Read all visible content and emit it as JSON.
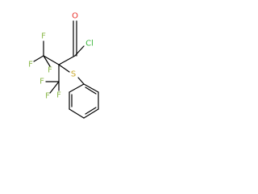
{
  "atoms": {
    "f_top": "F",
    "f_left": "F",
    "f_mid": "F",
    "f_low1": "F",
    "f_low2": "F",
    "f_low3": "F",
    "oxygen": "O",
    "chlorine": "Cl",
    "sulfur": "S"
  },
  "colors": {
    "bond": "#000000",
    "fluorine": "#8bb84a",
    "oxygen": "#e8302a",
    "chlorine": "#3db83d",
    "sulfur": "#c8a628"
  }
}
